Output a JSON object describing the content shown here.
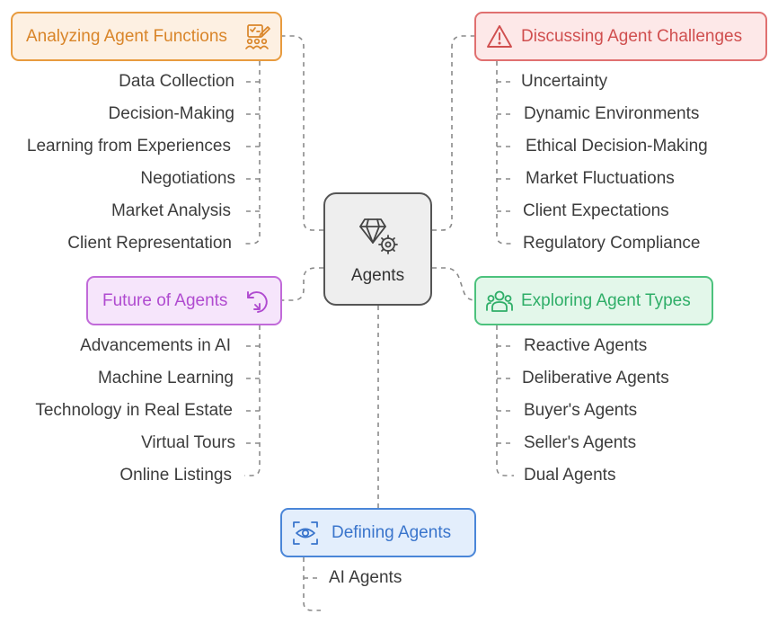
{
  "center": {
    "label": "Agents",
    "icon": "diamond-gear-icon"
  },
  "colors": {
    "orange": "#e89b3e",
    "red": "#e07070",
    "purple": "#c16ad9",
    "green": "#4cc27d",
    "blue": "#4a86d8"
  },
  "branches": {
    "functions": {
      "title": "Analyzing Agent Functions",
      "icon": "checklist-team-icon",
      "items": [
        "Data Collection",
        "Decision-Making",
        "Learning from Experiences",
        "Negotiations",
        "Market Analysis",
        "Client Representation"
      ]
    },
    "challenges": {
      "title": "Discussing Agent Challenges",
      "icon": "warning-triangle-icon",
      "items": [
        "Uncertainty",
        "Dynamic Environments",
        "Ethical Decision-Making",
        "Market Fluctuations",
        "Client Expectations",
        "Regulatory Compliance"
      ]
    },
    "future": {
      "title": "Future of Agents",
      "icon": "rotate-arrow-icon",
      "items": [
        "Advancements in AI",
        "Machine Learning",
        "Technology in Real Estate",
        "Virtual Tours",
        "Online Listings"
      ]
    },
    "types": {
      "title": "Exploring Agent Types",
      "icon": "group-people-icon",
      "items": [
        "Reactive Agents",
        "Deliberative Agents",
        "Buyer's Agents",
        "Seller's Agents",
        "Dual Agents"
      ]
    },
    "defining": {
      "title": "Defining Agents",
      "icon": "eye-scan-icon",
      "items": [
        "AI Agents"
      ]
    }
  }
}
